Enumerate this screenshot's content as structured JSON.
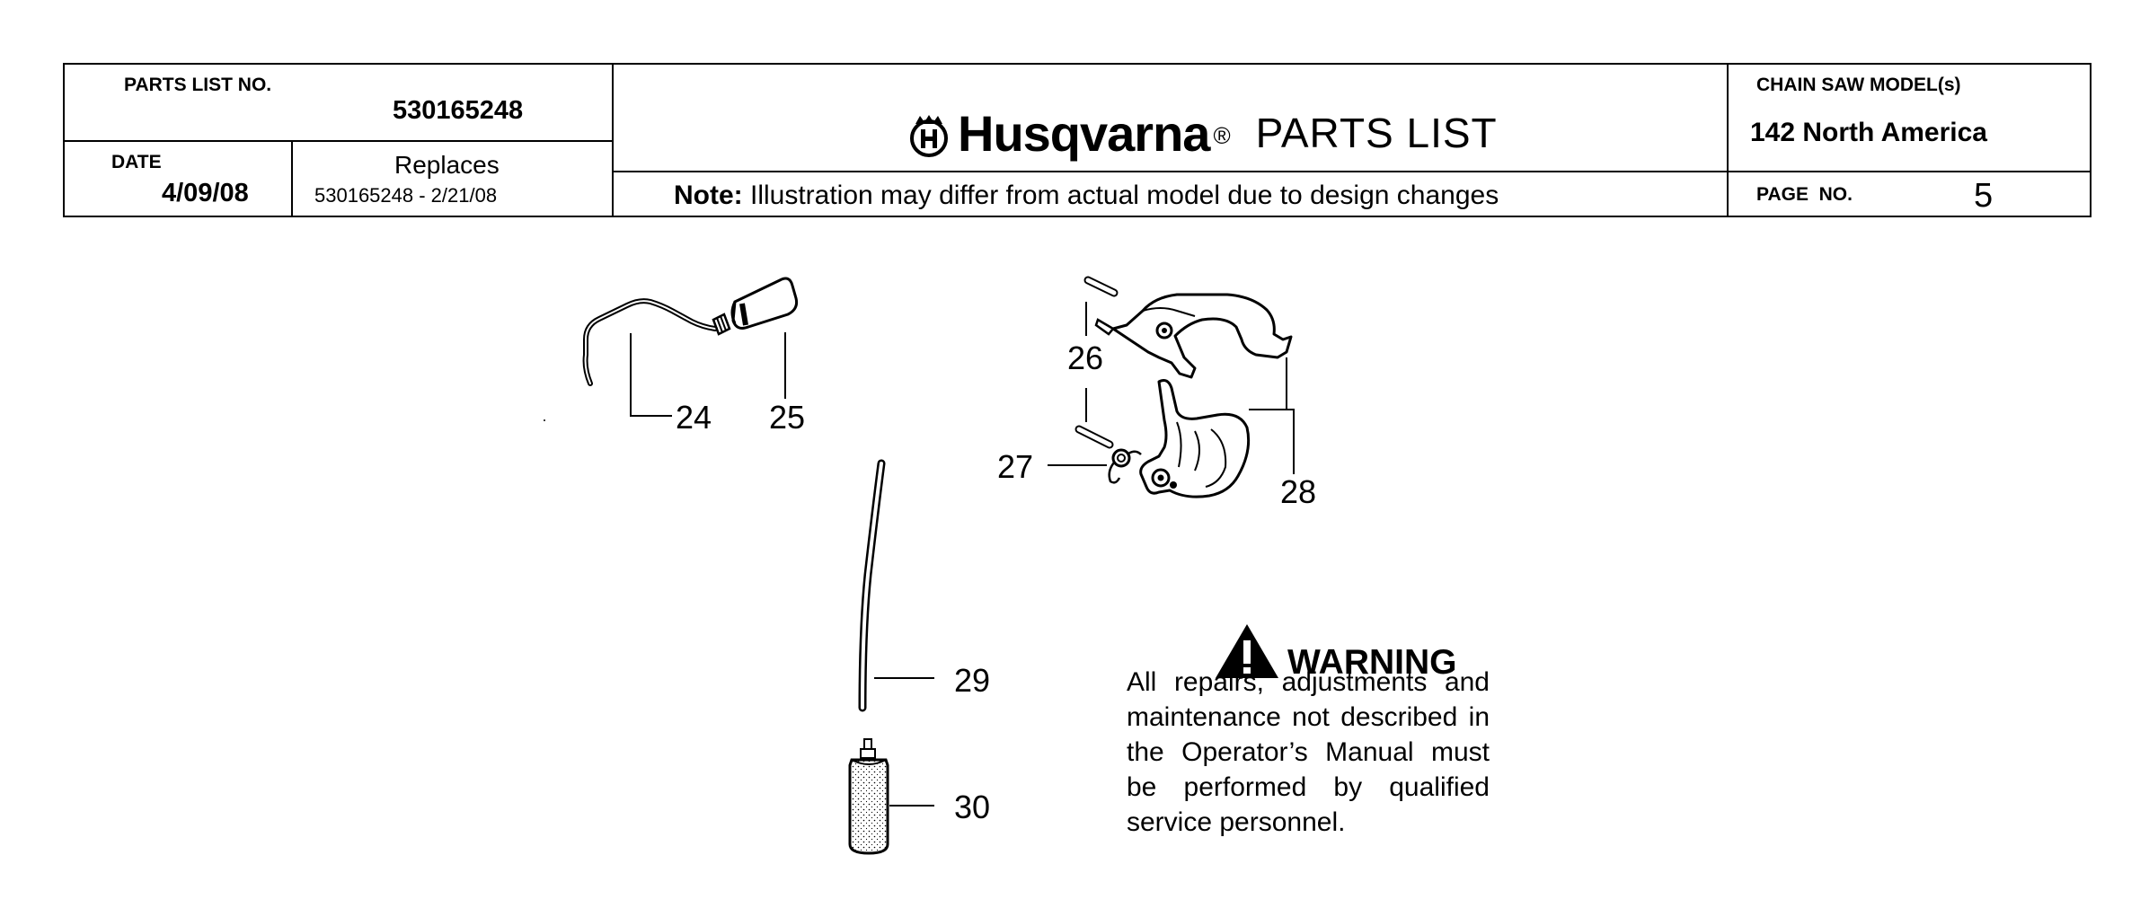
{
  "header": {
    "parts_list_no_label": "PARTS LIST NO.",
    "parts_list_no": "530165248",
    "date_label": "DATE",
    "date": "4/09/08",
    "replaces_label": "Replaces",
    "replaces": "530165248 - 2/21/08",
    "brand": "Husqvarna",
    "brand_reg": "®",
    "title": "PARTS LIST",
    "note_label": "Note:",
    "note_text": " Illustration may differ from actual model due to design changes",
    "model_label": "CHAIN SAW MODEL(s)",
    "model": "142 North America",
    "page_label": "PAGE  NO.",
    "page_no": "5"
  },
  "callouts": [
    "24",
    "25",
    "26",
    "27",
    "28",
    "29",
    "30"
  ],
  "warning": {
    "title": "WARNING",
    "text": "All repairs, adjustments and maintenance not described in the Operator’s Manual must be performed by qualified service personnel."
  },
  "icons": {
    "brand_logo": "husqvarna-crown-h-logo",
    "warning": "warning-triangle-icon"
  },
  "colors": {
    "ink": "#000000",
    "paper": "#ffffff"
  }
}
